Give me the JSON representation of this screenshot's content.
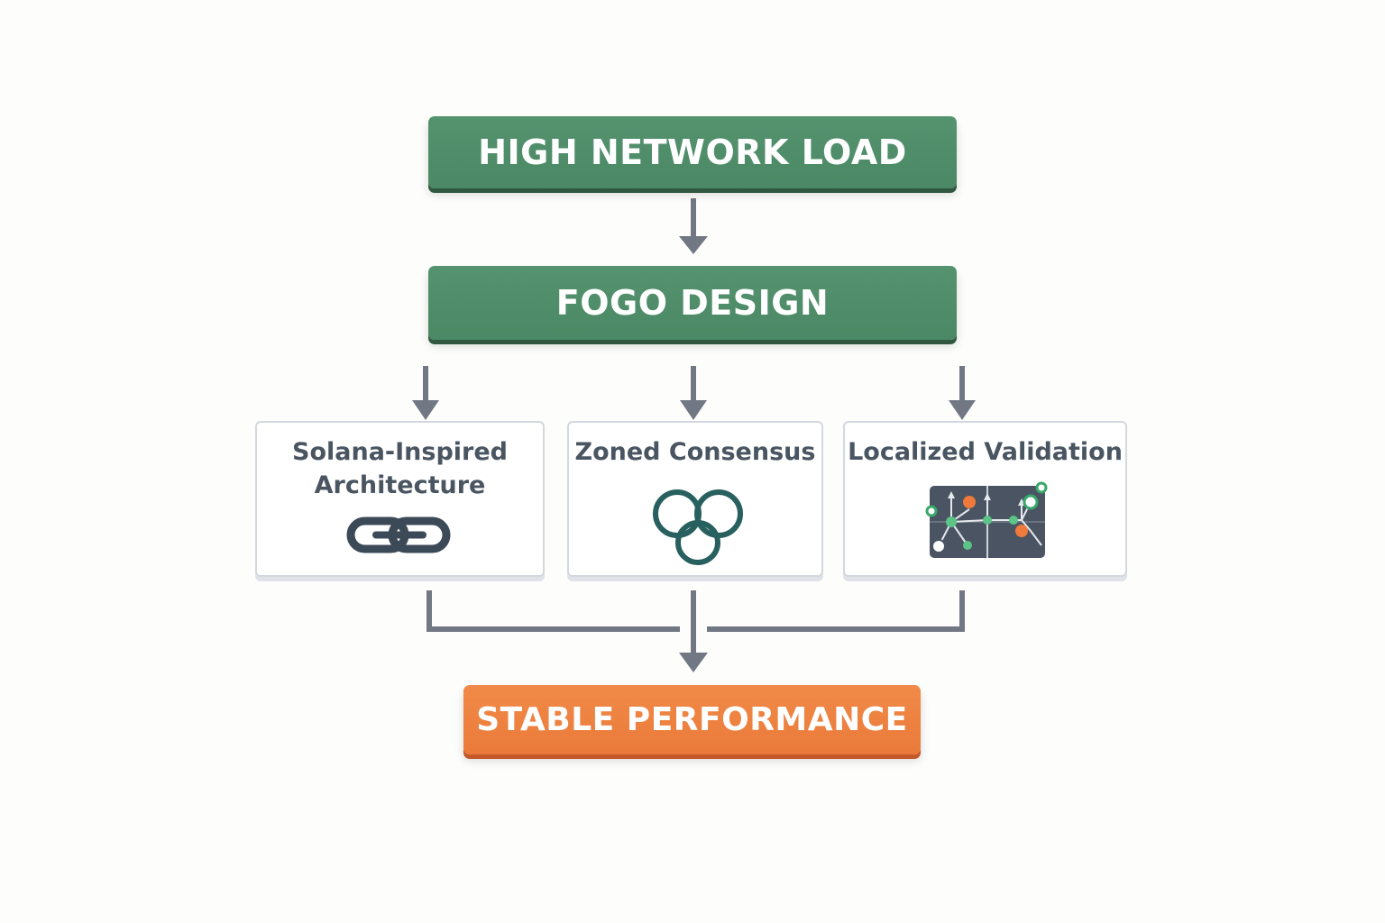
{
  "top_box": {
    "label": "HIGH NETWORK LOAD"
  },
  "mid_box": {
    "label": "FOGO DESIGN"
  },
  "cards": [
    {
      "title": "Solana-Inspired\nArchitecture",
      "icon": "chain-link-icon"
    },
    {
      "title": "Zoned Consensus",
      "icon": "overlapping-circles-icon"
    },
    {
      "title": "Localized Validation",
      "icon": "zone-map-icon"
    }
  ],
  "bottom_box": {
    "label": "STABLE PERFORMANCE"
  },
  "colors": {
    "green": "#4e8c68",
    "orange": "#ef8240",
    "arrow": "#717884",
    "card_border": "#d3d8df",
    "card_text": "#4a5562"
  }
}
